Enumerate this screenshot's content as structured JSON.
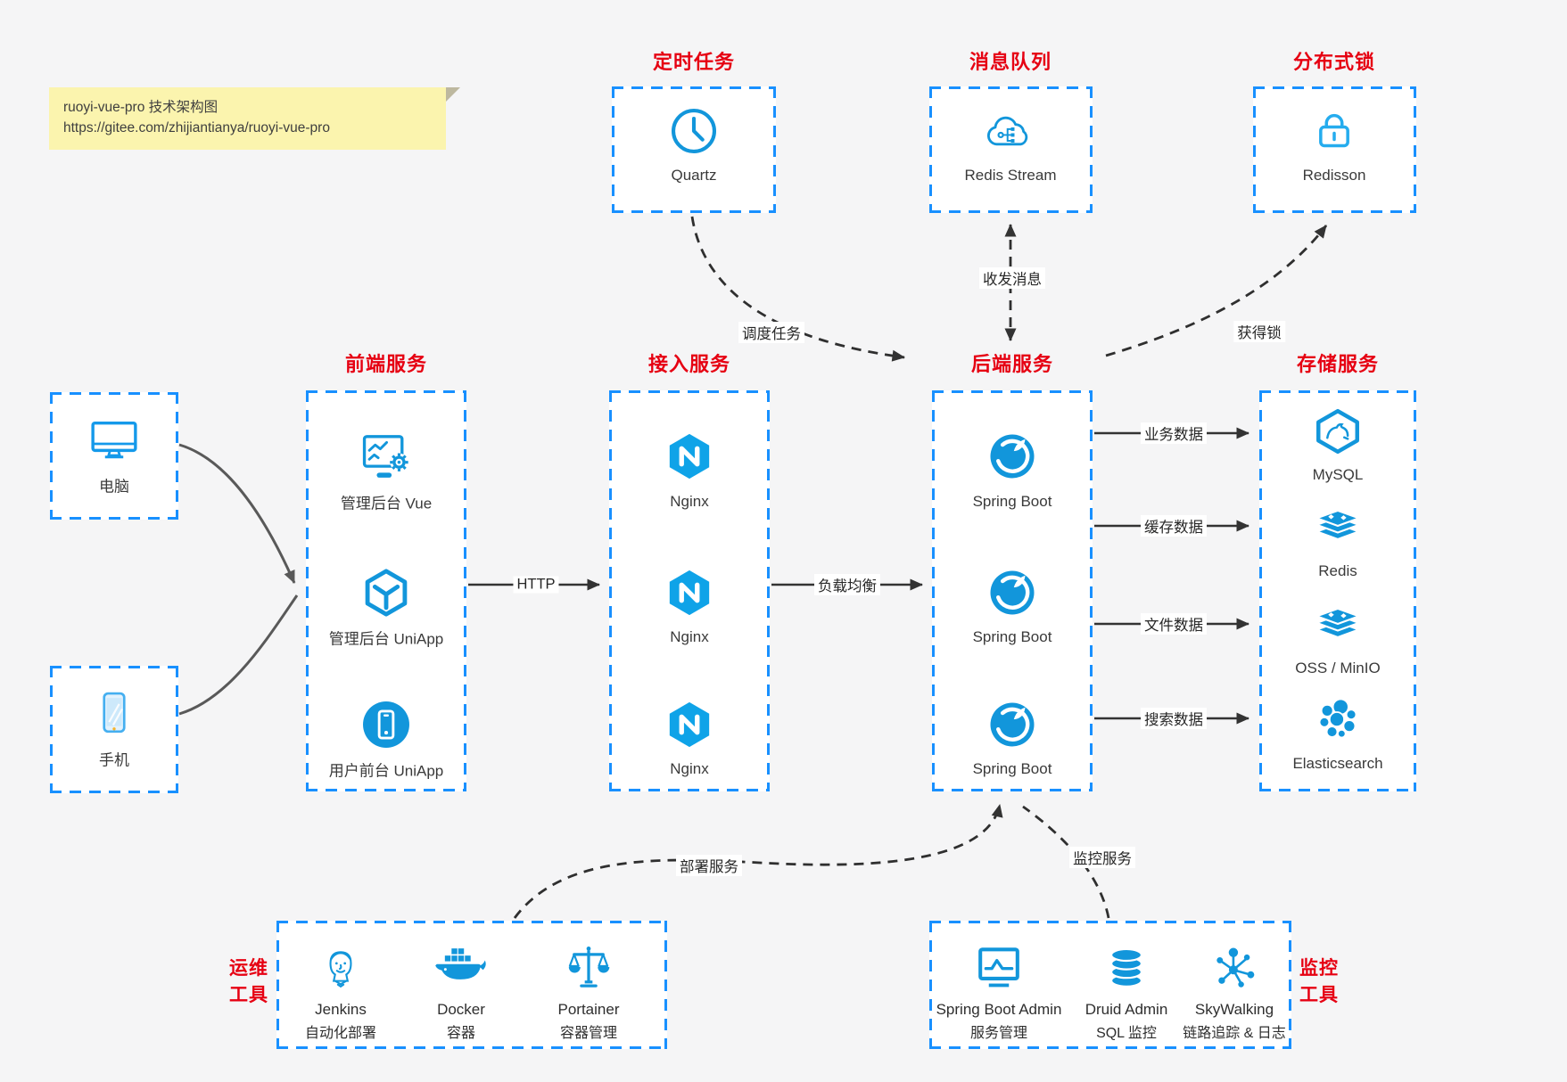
{
  "note": {
    "line1": "ruoyi-vue-pro 技术架构图",
    "line2": "https://gitee.com/zhijiantianya/ruoyi-vue-pro"
  },
  "groups": {
    "scheduled": {
      "title": "定时任务",
      "item": "Quartz"
    },
    "mq": {
      "title": "消息队列",
      "item": "Redis Stream"
    },
    "lock": {
      "title": "分布式锁",
      "item": "Redisson"
    },
    "clients": {
      "computer": "电脑",
      "phone": "手机"
    },
    "frontend": {
      "title": "前端服务",
      "items": [
        "管理后台 Vue",
        "管理后台 UniApp",
        "用户前台 UniApp"
      ]
    },
    "gateway": {
      "title": "接入服务",
      "items": [
        "Nginx",
        "Nginx",
        "Nginx"
      ]
    },
    "backend": {
      "title": "后端服务",
      "items": [
        "Spring Boot",
        "Spring Boot",
        "Spring Boot"
      ]
    },
    "storage": {
      "title": "存储服务",
      "items": [
        "MySQL",
        "Redis",
        "OSS / MinIO",
        "Elasticsearch"
      ]
    },
    "ops": {
      "title": [
        "运维",
        "工具"
      ],
      "items": [
        {
          "name": "Jenkins",
          "desc": "自动化部署"
        },
        {
          "name": "Docker",
          "desc": "容器"
        },
        {
          "name": "Portainer",
          "desc": "容器管理"
        }
      ]
    },
    "monitor": {
      "title": [
        "监控",
        "工具"
      ],
      "items": [
        {
          "name": "Spring Boot Admin",
          "desc": "服务管理"
        },
        {
          "name": "Druid Admin",
          "desc": "SQL 监控"
        },
        {
          "name": "SkyWalking",
          "desc": "链路追踪 & 日志"
        }
      ]
    }
  },
  "edges": {
    "http": "HTTP",
    "load_balance": "负载均衡",
    "schedule": "调度任务",
    "message": "收发消息",
    "acquire_lock": "获得锁",
    "business_data": "业务数据",
    "cache_data": "缓存数据",
    "file_data": "文件数据",
    "search_data": "搜索数据",
    "deploy": "部署服务",
    "monitor": "监控服务"
  },
  "icons": [
    "clock-icon",
    "cloud-stream-icon",
    "lock-icon",
    "computer-icon",
    "phone-icon",
    "vue-admin-icon",
    "cube-icon",
    "phone-circle-icon",
    "nginx-icon",
    "spring-icon",
    "mysql-icon",
    "redis-stack-icon",
    "oss-stack-icon",
    "elasticsearch-icon",
    "jenkins-icon",
    "docker-icon",
    "portainer-icon",
    "monitor-pulse-icon",
    "database-icon",
    "skywalking-icon"
  ],
  "colors": {
    "accent_blue": "#1890ff",
    "icon_blue": "#1296db",
    "title_red": "#e60012",
    "note_yellow": "#fbf4ae",
    "line_dark": "#2f2f2f",
    "line_gray": "#595959",
    "background": "#f5f5f6"
  }
}
